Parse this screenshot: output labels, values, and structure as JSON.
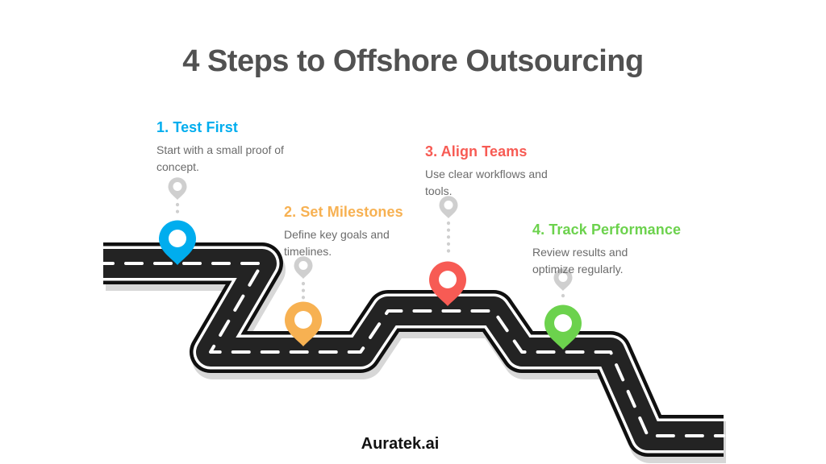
{
  "page": {
    "title": "4 Steps to Offshore Outsourcing",
    "title_color": "#515151",
    "background": "#ffffff",
    "brand": "Auratek.ai",
    "brand_color": "#121212"
  },
  "steps": [
    {
      "label": "1. Test First",
      "description": "Start with a small proof of\nconcept.",
      "color": "#00ADEE"
    },
    {
      "label": "2. Set Milestones",
      "description": "Define key goals and\ntimelines.",
      "color": "#F7B152"
    },
    {
      "label": "3. Align Teams",
      "description": "Use clear workflows and\ntools.",
      "color": "#F75B54"
    },
    {
      "label": "4. Track Performance",
      "description": "Review results and\noptimize regularly.",
      "color": "#6CD24D"
    }
  ],
  "description_color": "#6b6b6b",
  "connector": {
    "color": "#cfcfcf"
  },
  "road": {
    "asphalt": "#232323",
    "edge": "#101010",
    "marking": "#ffffff",
    "shadow": "#d7d7d7"
  }
}
